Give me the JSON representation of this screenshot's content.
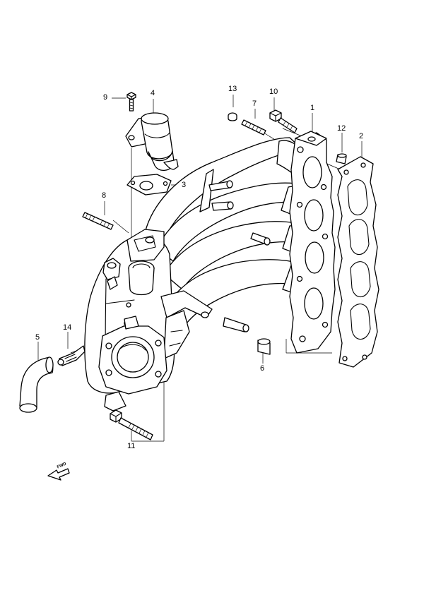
{
  "diagram": {
    "callouts": [
      {
        "id": "1",
        "text": "1"
      },
      {
        "id": "2",
        "text": "2"
      },
      {
        "id": "3",
        "text": "3"
      },
      {
        "id": "4",
        "text": "4"
      },
      {
        "id": "5",
        "text": "5"
      },
      {
        "id": "6",
        "text": "6"
      },
      {
        "id": "7",
        "text": "7"
      },
      {
        "id": "8",
        "text": "8"
      },
      {
        "id": "9",
        "text": "9"
      },
      {
        "id": "10",
        "text": "10"
      },
      {
        "id": "11",
        "text": "11"
      },
      {
        "id": "12",
        "text": "12"
      },
      {
        "id": "13",
        "text": "13"
      },
      {
        "id": "14",
        "text": "14"
      }
    ],
    "direction_marker": {
      "text": "FWD",
      "icon": "fwd-arrow-icon"
    }
  }
}
